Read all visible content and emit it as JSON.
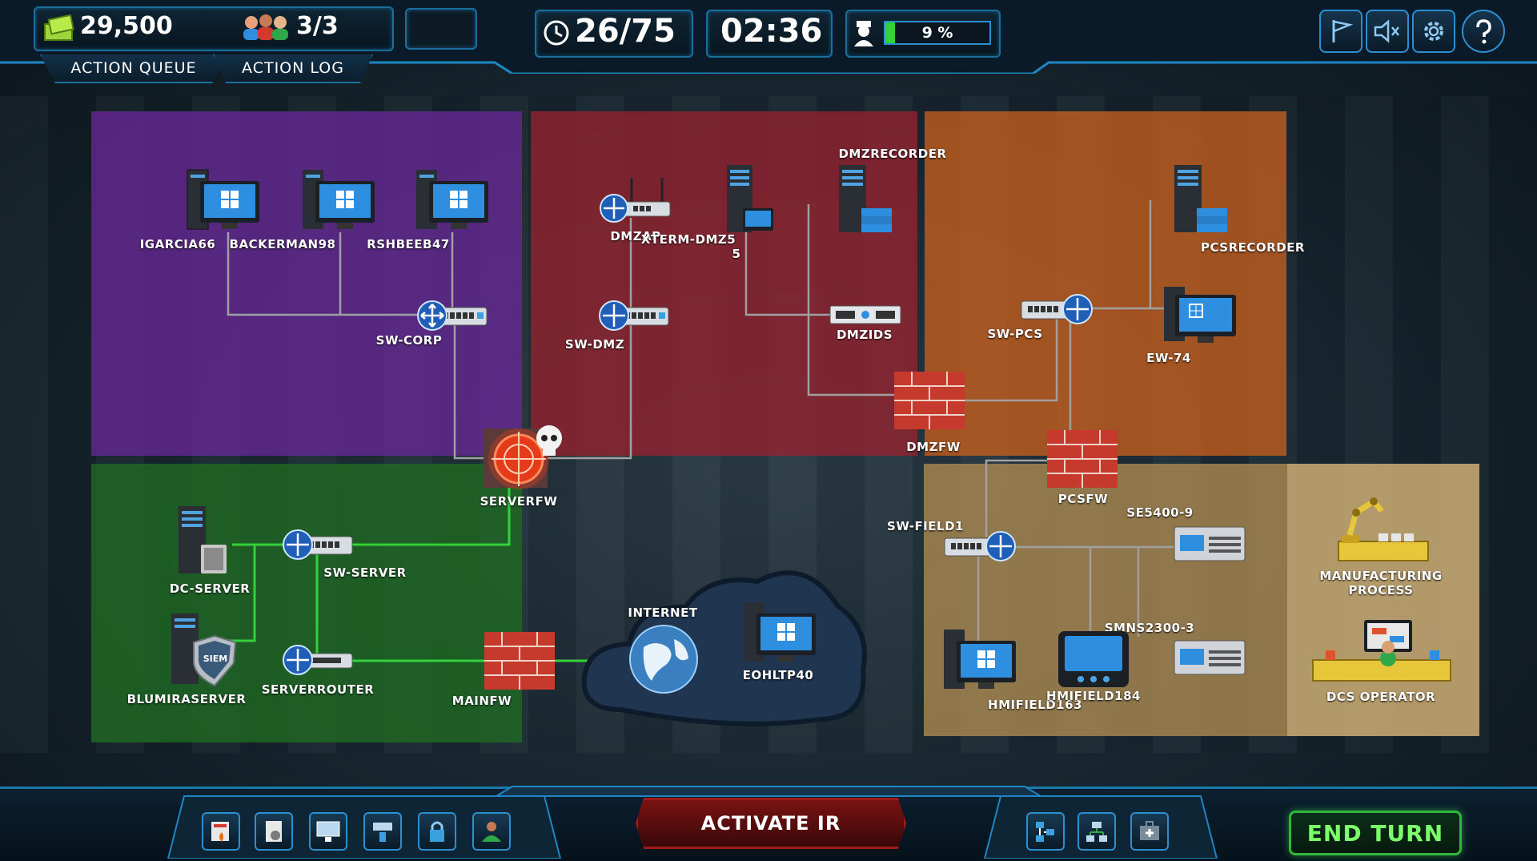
{
  "hud": {
    "money": "29,500",
    "staff": "3/3",
    "turn": "26/75",
    "timer": "02:36",
    "threat_percent": "9 %",
    "threat_level": 0.09,
    "tabs": [
      "ACTION QUEUE",
      "ACTION LOG"
    ]
  },
  "zones": {
    "corp": {
      "color": "#5b2a83"
    },
    "dmz": {
      "color": "#8a2230"
    },
    "pcs": {
      "color": "#b8581e"
    },
    "server": {
      "color": "#1f5e22"
    },
    "field": {
      "color": "#9a7a48"
    },
    "process": {
      "color": "#b89a6a"
    }
  },
  "nodes": {
    "igarcia66": "IGARCIA66",
    "backerman98": "BACKERMAN98",
    "rshbeeb47": "RSHBEEB47",
    "sw_corp": "SW-CORP",
    "dmzap": "DMZAP",
    "xterm_dmz5": "XTERM-DMZ5",
    "xterm_dmz5_b": "5",
    "dmzrecorder": "DMZRECORDER",
    "sw_dmz": "SW-DMZ",
    "dmzids": "DMZIDS",
    "dmzfw": "DMZFW",
    "pcsrecorder": "PCSRECORDER",
    "sw_pcs": "SW-PCS",
    "ew_74": "EW-74",
    "pcsfw": "PCSFW",
    "serverfw": "SERVERFW",
    "dc_server": "DC-SERVER",
    "sw_server": "SW-SERVER",
    "blumiraserver": "BLUMIRASERVER",
    "serverrouter": "SERVERROUTER",
    "mainfw": "MAINFW",
    "internet": "INTERNET",
    "eohltp40": "EOHLTP40",
    "sw_field1": "SW-FIELD1",
    "se5400_9": "SE5400-9",
    "smns2300_3": "SMNS2300-3",
    "hmifield163": "HMIFIELD163",
    "hmifield184": "HMIFIELD184",
    "manufacturing": "MANUFACTURING PROCESS",
    "dcs_operator": "DCS OPERATOR",
    "siem_badge": "SIEM"
  },
  "bottom": {
    "activate_ir": "ACTIVATE IR",
    "end_turn": "END TURN"
  },
  "icons": {
    "top_right": [
      "flag-icon",
      "mute-icon",
      "gear-icon",
      "help-icon"
    ],
    "bottom_left": [
      "incident-report-icon",
      "document-settings-icon",
      "monitor-icon",
      "network-tool-icon",
      "lock-icon",
      "analyst-icon"
    ],
    "bottom_right": [
      "topology-icon",
      "network-map-icon",
      "medkit-icon"
    ]
  },
  "colors": {
    "accent": "#2b8fd0",
    "link_gray": "#9a9a9a",
    "link_green": "#34d13a",
    "threat_bar": "#34d13a",
    "attack_red": "#e63b1a",
    "end_turn": "#7dff6a"
  }
}
